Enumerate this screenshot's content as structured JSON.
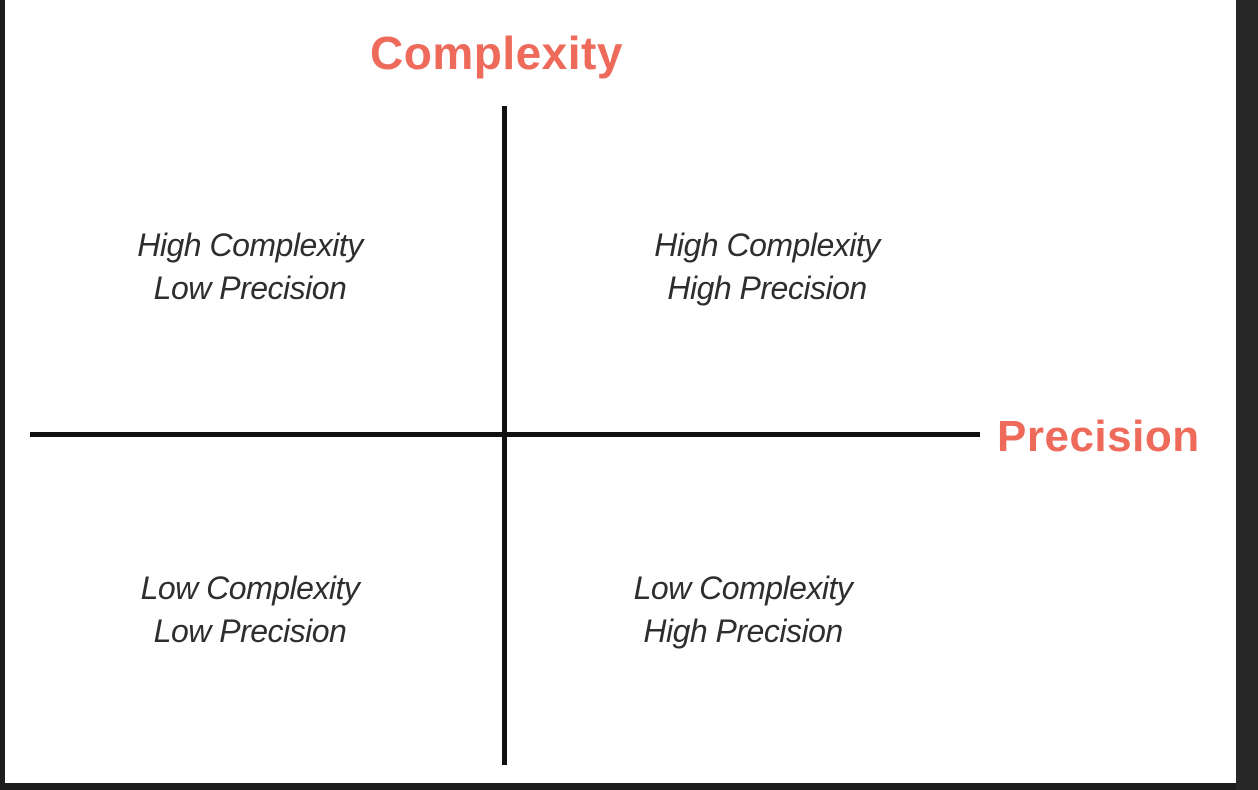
{
  "diagram": {
    "y_axis_label": "Complexity",
    "x_axis_label": "Precision",
    "accent_color": "#ee6a5a",
    "line_color": "#111111",
    "quadrants": {
      "top_left": {
        "line1": "High Complexity",
        "line2": "Low Precision"
      },
      "top_right": {
        "line1": "High Complexity",
        "line2": "High Precision"
      },
      "bottom_left": {
        "line1": "Low Complexity",
        "line2": "Low Precision"
      },
      "bottom_right": {
        "line1": "Low Complexity",
        "line2": "High Precision"
      }
    }
  }
}
